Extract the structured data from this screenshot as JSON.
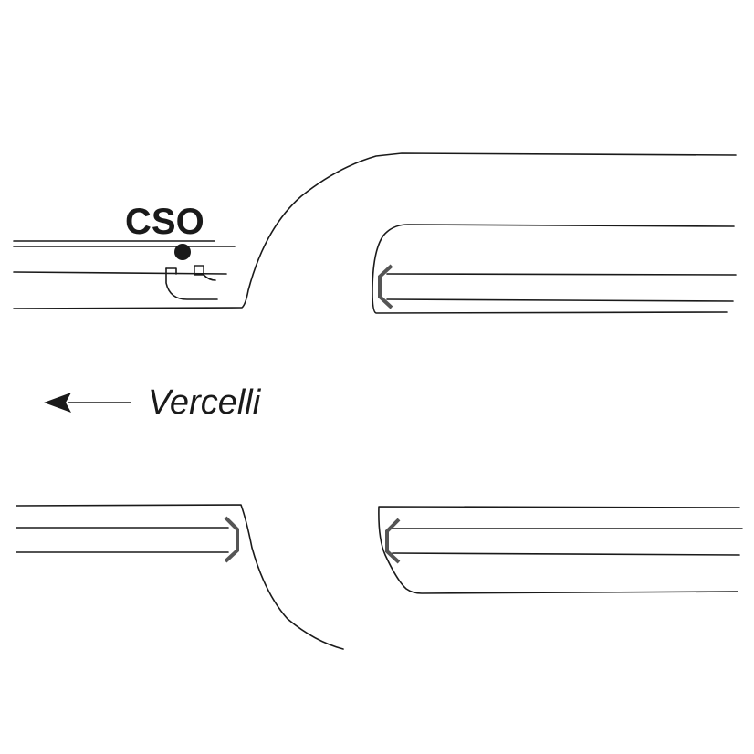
{
  "labels": {
    "station": "CSO",
    "direction": "Vercelli"
  },
  "colors": {
    "line": "#1a1a1a",
    "buffer_stop": "#777777",
    "background": "#ffffff"
  },
  "icons": {
    "station_marker": "filled-circle",
    "direction_arrow": "arrow-left"
  }
}
